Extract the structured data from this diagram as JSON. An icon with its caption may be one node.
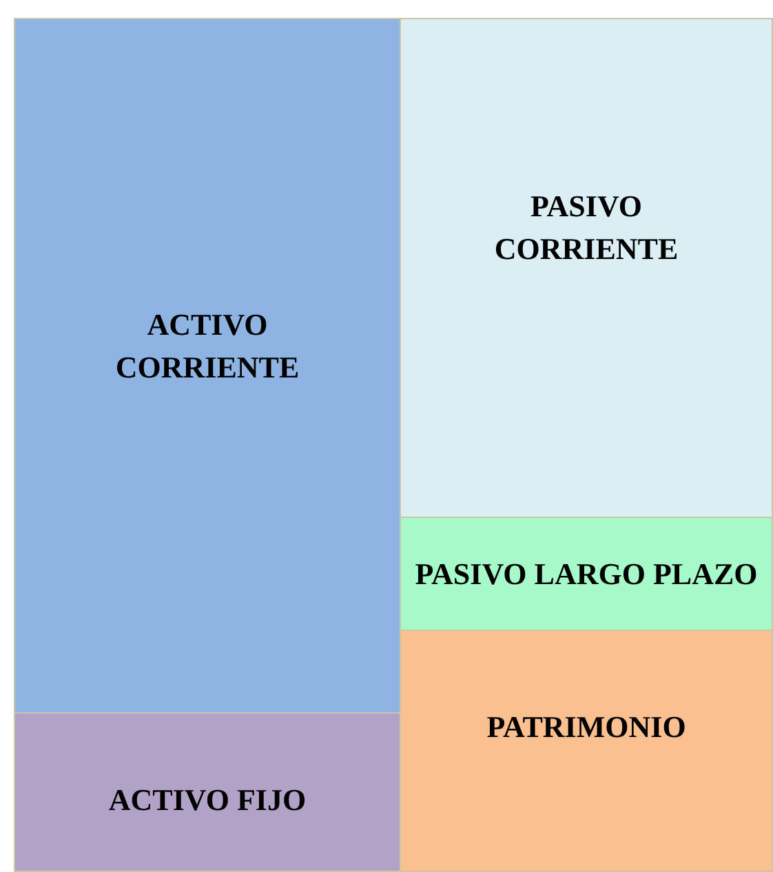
{
  "diagram": {
    "nodes": [
      {
        "text": [
          "ACTIVO CORRIENTE"
        ]
      },
      {
        "text": [
          "ACTIVO FIJO"
        ]
      },
      {
        "text": [
          "PASIVO CORRIENTE"
        ]
      },
      {
        "text": [
          "PASIVO LARGO PLAZO"
        ]
      },
      {
        "text": [
          "PATRIMONIO"
        ]
      }
    ]
  }
}
